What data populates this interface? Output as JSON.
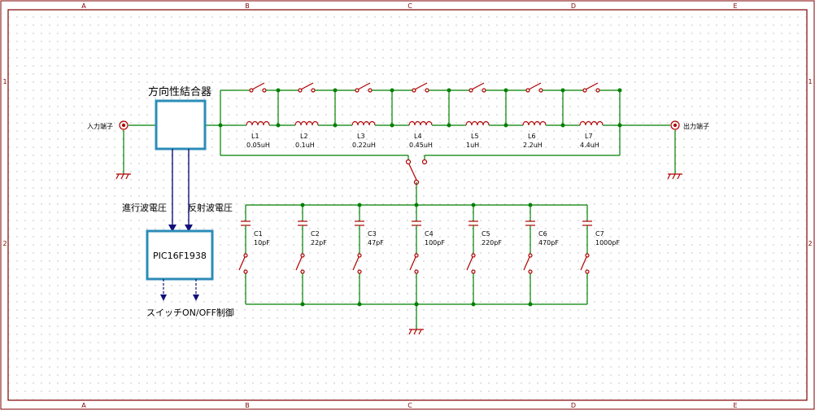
{
  "sheet": {
    "col_labels": [
      "A",
      "B",
      "C",
      "D",
      "E"
    ],
    "row_labels": [
      "1",
      "2"
    ]
  },
  "blocks": {
    "coupler_label": "方向性結合器",
    "mcu_label": "PIC16F1938"
  },
  "signals": {
    "forward": "進行波電圧",
    "reflected": "反射波電圧",
    "switch_control": "スイッチON/OFF制御"
  },
  "ports": {
    "input": "入力端子",
    "output": "出力端子"
  },
  "inductors": [
    {
      "ref": "L1",
      "value": "0.05uH"
    },
    {
      "ref": "L2",
      "value": "0.1uH"
    },
    {
      "ref": "L3",
      "value": "0.22uH"
    },
    {
      "ref": "L4",
      "value": "0.45uH"
    },
    {
      "ref": "L5",
      "value": "1uH"
    },
    {
      "ref": "L6",
      "value": "2.2uH"
    },
    {
      "ref": "L7",
      "value": "4.4uH"
    }
  ],
  "capacitors": [
    {
      "ref": "C1",
      "value": "10pF"
    },
    {
      "ref": "C2",
      "value": "22pF"
    },
    {
      "ref": "C3",
      "value": "47pF"
    },
    {
      "ref": "C4",
      "value": "100pF"
    },
    {
      "ref": "C5",
      "value": "220pF"
    },
    {
      "ref": "C6",
      "value": "470pF"
    },
    {
      "ref": "C7",
      "value": "1000pF"
    }
  ],
  "colors": {
    "wire": "#008000",
    "component": "#b00000",
    "block_border": "#2c8cb8",
    "signal_arrow": "#10107a",
    "frame": "#800000"
  }
}
